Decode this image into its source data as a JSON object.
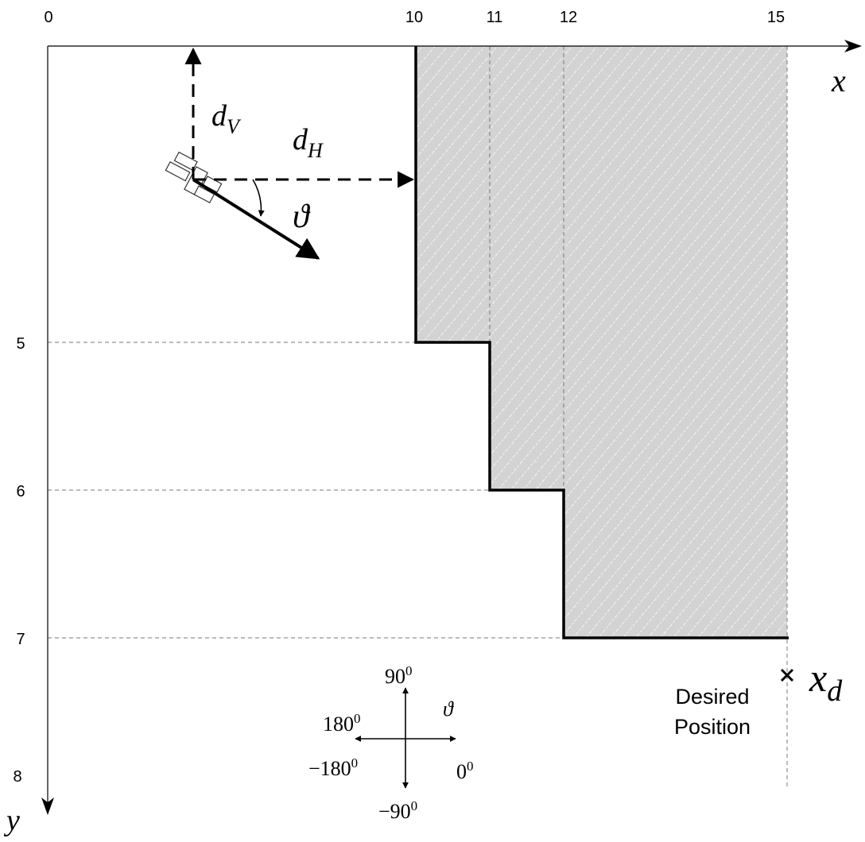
{
  "axes": {
    "x_label": "x",
    "y_label": "y",
    "x_ticks": [
      "0",
      "10",
      "11",
      "12",
      "15"
    ],
    "y_ticks": [
      "5",
      "6",
      "7",
      "8"
    ]
  },
  "labels": {
    "d_vertical": {
      "base": "d",
      "sub": "V"
    },
    "d_horizontal": {
      "base": "d",
      "sub": "H"
    },
    "heading_angle": "ϑ",
    "desired_marker": {
      "base": "x",
      "sub": "d"
    },
    "desired_position_line1": "Desired",
    "desired_position_line2": "Position"
  },
  "compass": {
    "north": {
      "base": "90",
      "sup": "0"
    },
    "west": {
      "base": "180",
      "sup": "0"
    },
    "west_negative": {
      "base": "−180",
      "sup": "0"
    },
    "east": {
      "base": "0",
      "sup": "0"
    },
    "south": {
      "base": "−90",
      "sup": "0"
    },
    "angle_symbol": "ϑ"
  },
  "colors": {
    "obstacle_fill": "#d3d3d3",
    "hatch": "#f2f2f2",
    "line": "#000000",
    "grid": "#777777"
  }
}
